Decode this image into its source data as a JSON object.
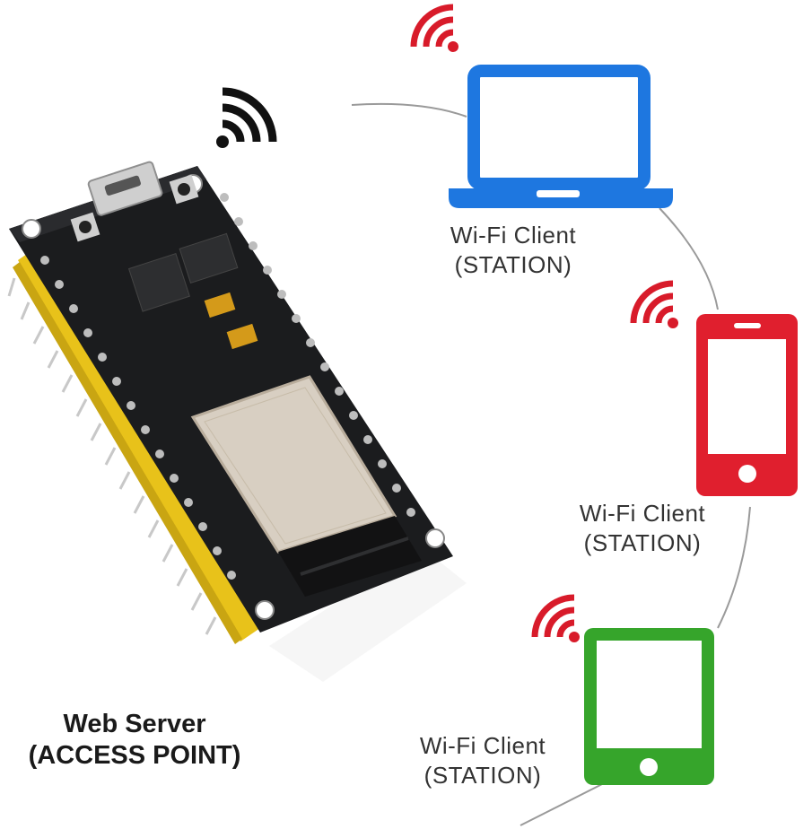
{
  "server": {
    "line1": "Web Server",
    "line2": "(ACCESS POINT)"
  },
  "clients": [
    {
      "device": "laptop",
      "line1": "Wi-Fi Client",
      "line2": "(STATION)",
      "color": "#1e77e0"
    },
    {
      "device": "phone",
      "line1": "Wi-Fi Client",
      "line2": "(STATION)",
      "color": "#e01f2e"
    },
    {
      "device": "tablet",
      "line1": "Wi-Fi Client",
      "line2": "(STATION)",
      "color": "#36a52b"
    }
  ],
  "colors": {
    "server_wifi": "#111111",
    "client_wifi": "#d81b2a",
    "connection_line": "#9a9a9a",
    "pcb": "#1b1c1e",
    "pins": "#e8c21a",
    "module_shield": "#d8cfc2"
  },
  "icons": [
    "wifi-icon",
    "laptop-icon",
    "smartphone-icon",
    "tablet-icon",
    "esp32-board"
  ]
}
